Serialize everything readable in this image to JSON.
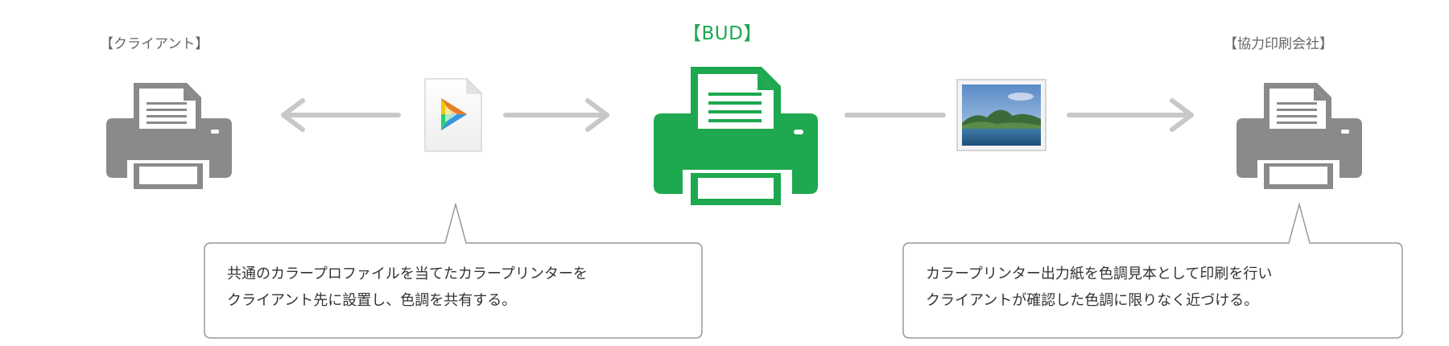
{
  "nodes": {
    "client": {
      "label": "【クライアント】"
    },
    "bud": {
      "label": "【BUD】"
    },
    "printer_company": {
      "label": "【協力印刷会社】"
    }
  },
  "callouts": {
    "left": {
      "line1": "共通のカラープロファイルを当てたカラープリンターを",
      "line2": "クライアント先に設置し、色調を共有する。"
    },
    "right": {
      "line1": "カラープリンター出力紙を色調見本として印刷を行い",
      "line2": "クライアントが確認した色調に限りなく近づける。"
    }
  },
  "colors": {
    "printer_gray": "#8a8a8a",
    "printer_green": "#1ea84f",
    "arrow": "#c8c8c8",
    "callout_border": "#9a9a9a",
    "label_gray": "#666666",
    "label_green": "#1ea84f"
  },
  "icons": {
    "client_printer": "printer-icon",
    "bud_printer": "printer-icon",
    "partner_printer": "printer-icon",
    "profile_file": "color-profile-file-icon",
    "image_file": "landscape-image-icon"
  }
}
